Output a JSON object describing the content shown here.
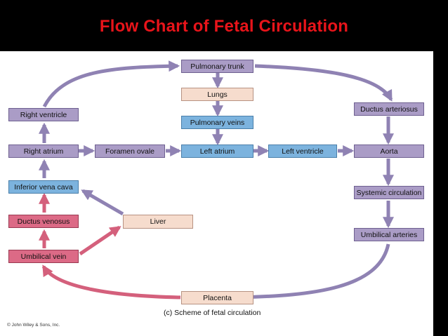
{
  "title": "Flow Chart of Fetal Circulation",
  "caption": "(c) Scheme of fetal circulation",
  "copyright": "© John Wiley & Sons, Inc.",
  "nodes": {
    "pulmonary_trunk": "Pulmonary trunk",
    "lungs": "Lungs",
    "pulmonary_veins": "Pulmonary veins",
    "left_atrium": "Left atrium",
    "left_ventricle": "Left ventricle",
    "aorta": "Aorta",
    "ductus_arteriosus": "Ductus arteriosus",
    "systemic_circulation": "Systemic circulation",
    "umbilical_arteries": "Umbilical arteries",
    "placenta": "Placenta",
    "right_ventricle": "Right ventricle",
    "right_atrium": "Right atrium",
    "foramen_ovale": "Foramen ovale",
    "inferior_vena_cava": "Inferior vena cava",
    "ductus_venosus": "Ductus venosus",
    "liver": "Liver",
    "umbilical_vein": "Umbilical vein"
  },
  "colors": {
    "title": "#e8141a",
    "purple": "#aa9cc6",
    "blue": "#7cb3de",
    "peach": "#f6dccd",
    "pink": "#dc6a86",
    "arrow_purple": "#8f82b3",
    "arrow_pink": "#d4607c"
  }
}
